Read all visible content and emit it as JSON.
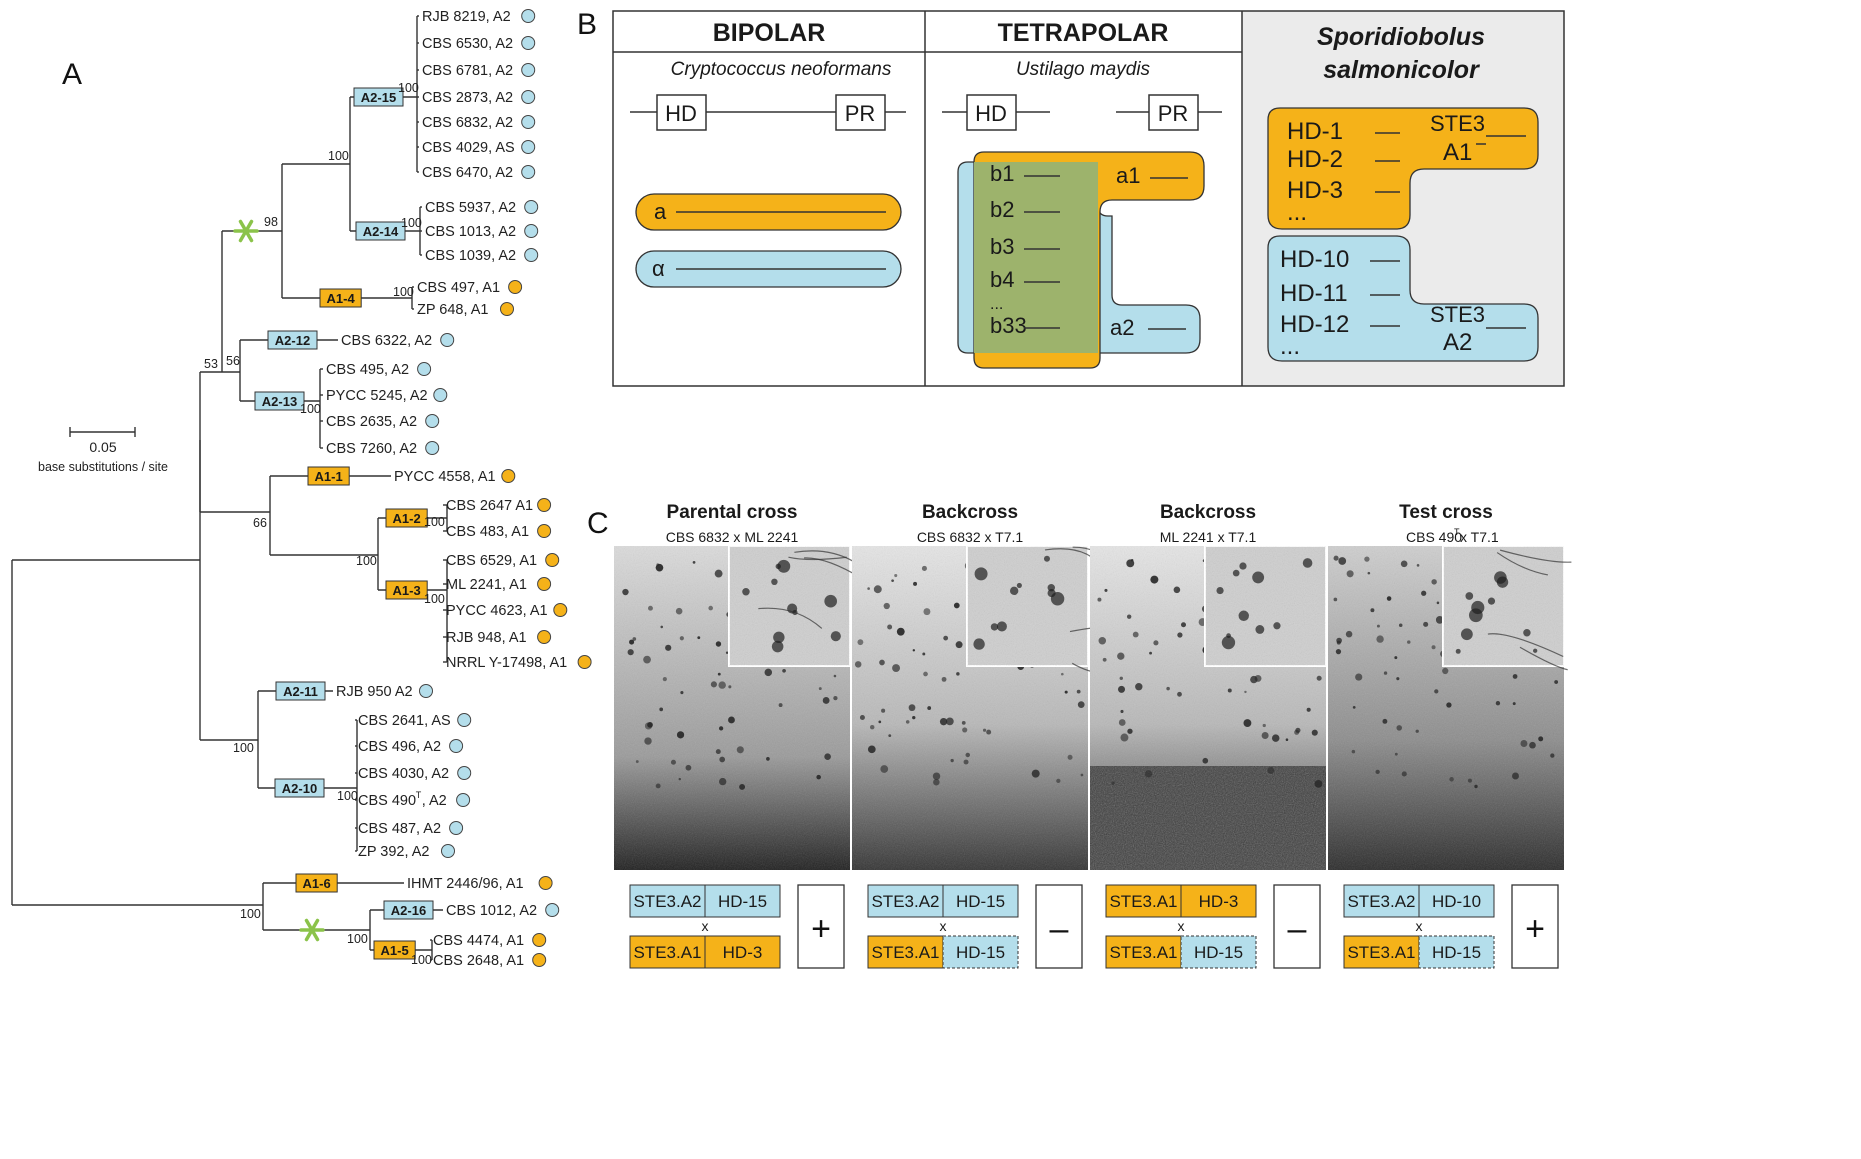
{
  "colors": {
    "A1": "#F5B219",
    "A2": "#B4DEEB",
    "overlap": "#9DB36C",
    "star": "#8BC34A",
    "panel_gray": "#EBEBEB",
    "hd10_text": "#2B8FD6"
  },
  "panel_labels": {
    "a": "A",
    "b": "B",
    "c": "C"
  },
  "scale_bar": {
    "value": "0.05",
    "label": "base substitutions / site"
  },
  "tree": {
    "taxa": [
      {
        "label": "RJB 8219, A2",
        "sup": "",
        "allele": "A2"
      },
      {
        "label": "CBS 6530, A2",
        "sup": "",
        "allele": "A2"
      },
      {
        "label": "CBS 6781, A2",
        "sup": "",
        "allele": "A2"
      },
      {
        "label": "CBS 2873, A2",
        "sup": "",
        "allele": "A2"
      },
      {
        "label": "CBS 6832, A2",
        "sup": "",
        "allele": "A2"
      },
      {
        "label": "CBS 4029, AS",
        "sup": "",
        "allele": "A2"
      },
      {
        "label": "CBS 6470, A2",
        "sup": "",
        "allele": "A2"
      },
      {
        "label": "CBS 5937, A2",
        "sup": "",
        "allele": "A2"
      },
      {
        "label": "CBS 1013, A2",
        "sup": "",
        "allele": "A2"
      },
      {
        "label": "CBS 1039, A2",
        "sup": "",
        "allele": "A2"
      },
      {
        "label": "CBS 497, A1",
        "sup": "",
        "allele": "A1"
      },
      {
        "label": "ZP 648, A1",
        "sup": "",
        "allele": "A1"
      },
      {
        "label": "CBS 6322, A2",
        "sup": "",
        "allele": "A2"
      },
      {
        "label": "CBS 495, A2",
        "sup": "",
        "allele": "A2"
      },
      {
        "label": "PYCC 5245, A2",
        "sup": "",
        "allele": "A2"
      },
      {
        "label": "CBS 2635, A2",
        "sup": "",
        "allele": "A2"
      },
      {
        "label": "CBS 7260, A2",
        "sup": "",
        "allele": "A2"
      },
      {
        "label": "PYCC 4558, A1",
        "sup": "",
        "allele": "A1"
      },
      {
        "label": "CBS 2647 A1",
        "sup": "",
        "allele": "A1"
      },
      {
        "label": "CBS 483, A1",
        "sup": "",
        "allele": "A1"
      },
      {
        "label": "CBS 6529, A1",
        "sup": "",
        "allele": "A1"
      },
      {
        "label": "ML 2241, A1",
        "sup": "",
        "allele": "A1"
      },
      {
        "label": "PYCC 4623, A1",
        "sup": "",
        "allele": "A1"
      },
      {
        "label": "RJB 948, A1",
        "sup": "",
        "allele": "A1"
      },
      {
        "label": "NRRL Y-17498, A1",
        "sup": "",
        "allele": "A1"
      },
      {
        "label": "RJB 950 A2",
        "sup": "",
        "allele": "A2"
      },
      {
        "label": "CBS 2641, AS",
        "sup": "",
        "allele": "A2"
      },
      {
        "label": "CBS 496, A2",
        "sup": "",
        "allele": "A2"
      },
      {
        "label": "CBS 4030, A2",
        "sup": "",
        "allele": "A2"
      },
      {
        "label": "CBS 490",
        "sup": "T",
        "suffix": ", A2",
        "allele": "A2"
      },
      {
        "label": "CBS 487, A2",
        "sup": "",
        "allele": "A2"
      },
      {
        "label": "ZP 392, A2",
        "sup": "",
        "allele": "A2"
      },
      {
        "label": "IHMT 2446/96, A1",
        "sup": "",
        "allele": "A1"
      },
      {
        "label": "CBS 1012, A2",
        "sup": "",
        "allele": "A2"
      },
      {
        "label": "CBS 4474, A1",
        "sup": "",
        "allele": "A1"
      },
      {
        "label": "CBS 2648, A1",
        "sup": "",
        "allele": "A1"
      }
    ],
    "clade_boxes": [
      {
        "label": "A2-15",
        "allele": "A2"
      },
      {
        "label": "A2-14",
        "allele": "A2"
      },
      {
        "label": "A1-4",
        "allele": "A1"
      },
      {
        "label": "A2-12",
        "allele": "A2"
      },
      {
        "label": "A2-13",
        "allele": "A2"
      },
      {
        "label": "A1-1",
        "allele": "A1"
      },
      {
        "label": "A1-2",
        "allele": "A1"
      },
      {
        "label": "A1-3",
        "allele": "A1"
      },
      {
        "label": "A2-11",
        "allele": "A2"
      },
      {
        "label": "A2-10",
        "allele": "A2"
      },
      {
        "label": "A1-6",
        "allele": "A1"
      },
      {
        "label": "A2-16",
        "allele": "A2"
      },
      {
        "label": "A1-5",
        "allele": "A1"
      }
    ],
    "bootstrap": [
      "100",
      "100",
      "100",
      "98",
      "100",
      "53",
      "56",
      "100",
      "66",
      "100",
      "100",
      "100",
      "100",
      "100",
      "100",
      "100"
    ]
  },
  "panel_b": {
    "col1": {
      "title": "BIPOLAR",
      "species": "Cryptococcus neoformans",
      "gene1": "HD",
      "gene2": "PR",
      "allele_a": "a",
      "allele_alpha": "α"
    },
    "col2": {
      "title": "TETRAPOLAR",
      "species": "Ustilago maydis",
      "gene1": "HD",
      "gene2": "PR",
      "b_alleles": [
        "b1",
        "b2",
        "b3",
        "b4",
        "...",
        "b33"
      ],
      "a1": "a1",
      "a2": "a2"
    },
    "col3": {
      "title_line1": "Sporidiobolus",
      "title_line2": "salmonicolor",
      "a1_hd": [
        "HD-1",
        "HD-2",
        "HD-3",
        "..."
      ],
      "a1_ste": "STE3",
      "a1_label": "A1",
      "a2_hd": [
        "HD-10",
        "HD-11",
        "HD-12",
        "..."
      ],
      "a2_ste": "STE3",
      "a2_label": "A2"
    }
  },
  "panel_c": {
    "crosses": [
      {
        "title": "Parental cross",
        "subtitle": "CBS 6832 x ML 2241",
        "sup": "",
        "sub_rest": "",
        "top": {
          "l": "STE3.A2",
          "r": "HD-15",
          "lc": "A2",
          "rc": "A2"
        },
        "bot": {
          "l": "STE3.A1",
          "r": "HD-3",
          "lc": "A1",
          "rc": "A1"
        },
        "result": "+"
      },
      {
        "title": "Backcross",
        "subtitle": "CBS 6832 x T7.1",
        "sup": "",
        "sub_rest": "",
        "top": {
          "l": "STE3.A2",
          "r": "HD-15",
          "lc": "A2",
          "rc": "A2"
        },
        "bot": {
          "l": "STE3.A1",
          "r": "HD-15",
          "lc": "A1",
          "rc": "A2"
        },
        "result": "–"
      },
      {
        "title": "Backcross",
        "subtitle": "ML 2241 x T7.1",
        "sup": "",
        "sub_rest": "",
        "top": {
          "l": "STE3.A1",
          "r": "HD-3",
          "lc": "A1",
          "rc": "A1"
        },
        "bot": {
          "l": "STE3.A1",
          "r": "HD-15",
          "lc": "A1",
          "rc": "A2"
        },
        "result": "–"
      },
      {
        "title": "Test cross",
        "subtitle": "CBS 490",
        "sup": "T",
        "sub_rest": " x T7.1",
        "top": {
          "l": "STE3.A2",
          "r": "HD-10",
          "lc": "A2",
          "rc": "A2"
        },
        "bot": {
          "l": "STE3.A1",
          "r": "HD-15",
          "lc": "A1",
          "rc": "A2"
        },
        "result": "+"
      }
    ],
    "x_symbol": "x"
  }
}
